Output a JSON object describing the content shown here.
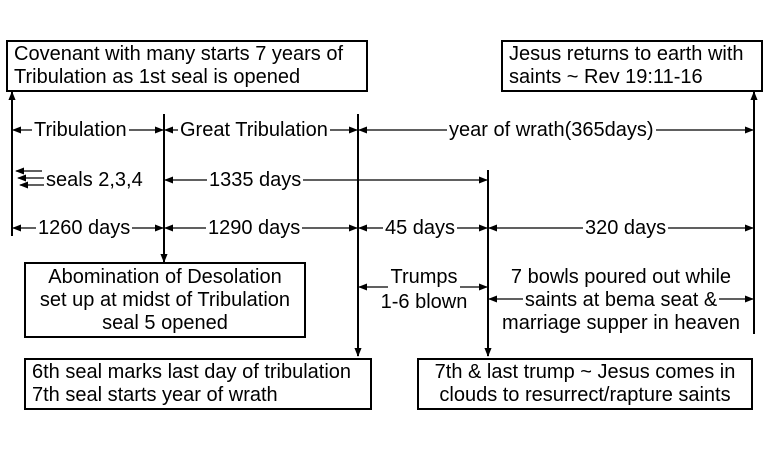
{
  "boxes": {
    "covenant": [
      "Covenant with many starts 7 years of",
      "Tribulation as 1st seal is opened"
    ],
    "jesus_returns": [
      "Jesus returns to earth with",
      "saints ~  Rev 19:11-16"
    ],
    "sixth_seal": [
      "6th seal marks last day of tribulation",
      "7th seal starts year of wrath"
    ],
    "seventh_trump": [
      "7th & last trump ~ Jesus comes in",
      "clouds to resurrect/rapture saints"
    ]
  },
  "notes": {
    "abomination": [
      "Abomination of Desolation",
      "set up at midst of Tribulation",
      "seal 5 opened"
    ],
    "trumps": [
      "Trumps",
      "1-6 blown"
    ],
    "bowls": [
      "7 bowls poured out while",
      "saints at bema seat &",
      "marriage supper in heaven"
    ]
  },
  "periods": {
    "tribulation": "Tribulation",
    "great_tribulation": "Great Tribulation",
    "year_of_wrath": "year of wrath(365days)",
    "seals": "seals 2,3,4",
    "days_1335": "1335 days",
    "days_1260": "1260 days",
    "days_1290": "1290 days",
    "days_45": "45 days",
    "days_320": "320 days"
  }
}
